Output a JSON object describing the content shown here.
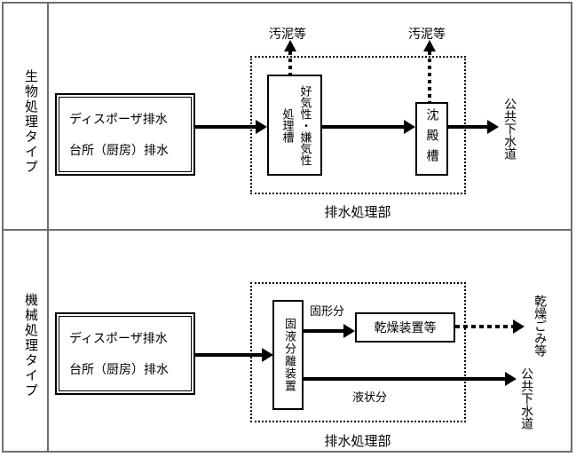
{
  "colors": {
    "line": "#000000",
    "frame": "#6e6e6e",
    "background": "#ffffff"
  },
  "biological": {
    "row_label": "生物処理タイプ",
    "source": {
      "line1": "ディスポーザ排水",
      "line2": "台所（厨房）排水"
    },
    "sludge_label_left": "汚泥等",
    "sludge_label_right": "汚泥等",
    "tank": {
      "name": "処理槽",
      "attribute": "好気性・嫌気性"
    },
    "settling_tank": "沈殿槽",
    "area_label": "排水処理部",
    "output": "公共下水道"
  },
  "mechanical": {
    "row_label": "機械処理タイプ",
    "source": {
      "line1": "ディスポーザ排水",
      "line2": "台所（厨房）排水"
    },
    "separator": "固液分離装置",
    "solid_fraction": "固形分",
    "dryer": "乾燥装置等",
    "dried_waste": "乾燥ごみ等",
    "liquid_fraction": "液状分",
    "area_label": "排水処理部",
    "output": "公共下水道"
  }
}
